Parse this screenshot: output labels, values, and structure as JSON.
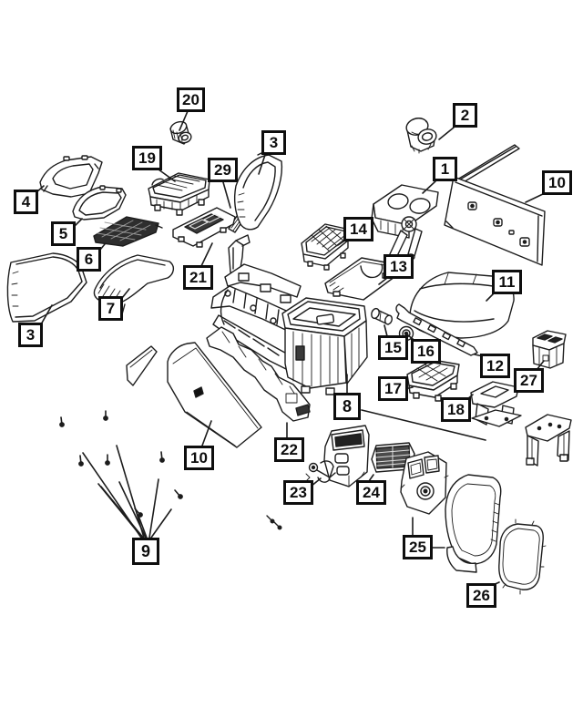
{
  "diagram": {
    "kind": "exploded-parts-illustration",
    "subject": "vehicle center console assembly",
    "background_color": "#ffffff",
    "line_color": "#1c1c1c",
    "callout_border_color": "#0e0e0e"
  },
  "callouts": {
    "c1": "1",
    "c2": "2",
    "c3": "3",
    "c4": "4",
    "c5": "5",
    "c6": "6",
    "c7": "7",
    "c8": "8",
    "c9": "9",
    "c10": "10",
    "c11": "11",
    "c12": "12",
    "c13": "13",
    "c14": "14",
    "c15": "15",
    "c16": "16",
    "c17": "17",
    "c18": "18",
    "c19": "19",
    "c20": "20",
    "c21": "21",
    "c22": "22",
    "c23": "23",
    "c24": "24",
    "c25": "25",
    "c26": "26",
    "c27": "27",
    "c29": "29"
  },
  "parts": [
    {
      "callout": "20",
      "name": "lighter-knob-drawing"
    },
    {
      "callout": "2",
      "name": "cup-insert-drawing"
    },
    {
      "callout": "19",
      "name": "storage-tray-drawing"
    },
    {
      "callout": "29",
      "name": "trim-strip-drawing"
    },
    {
      "callout": "3",
      "name": "side-trim-bezel-drawings"
    },
    {
      "callout": "4",
      "name": "top-trim-frame-drawing"
    },
    {
      "callout": "5",
      "name": "bezel-ring-drawing"
    },
    {
      "callout": "6",
      "name": "rubber-mat-drawing"
    },
    {
      "callout": "7",
      "name": "armrest-door-drawing"
    },
    {
      "callout": "1",
      "name": "cupholder-assembly-drawing"
    },
    {
      "callout": "10",
      "name": "console-side-panel-drawings"
    },
    {
      "callout": "14",
      "name": "egg-crate-tray-drawing"
    },
    {
      "callout": "13",
      "name": "support-bracket-drawing"
    },
    {
      "callout": "11",
      "name": "armrest-lid-drawing"
    },
    {
      "callout": "12",
      "name": "hinge-rail-drawing"
    },
    {
      "callout": "15",
      "name": "lamp-cylinder-drawing"
    },
    {
      "callout": "16",
      "name": "knob-drawing"
    },
    {
      "callout": "17",
      "name": "bin-tray-drawing"
    },
    {
      "callout": "18",
      "name": "mount-bracket-drawing"
    },
    {
      "callout": "27",
      "name": "power-outlet-housing-drawing"
    },
    {
      "callout": "21",
      "name": "shifter-plate-drawing"
    },
    {
      "callout": "8",
      "name": "console-bin-body-drawing"
    },
    {
      "callout": "22",
      "name": "side-rail-duct-drawing"
    },
    {
      "callout": "9",
      "name": "mounting-screws-drawing"
    },
    {
      "callout": "23",
      "name": "latch-hook-drawing"
    },
    {
      "callout": "24",
      "name": "rear-vent-drawing"
    },
    {
      "callout": "25",
      "name": "rear-panel-and-cover-drawing"
    },
    {
      "callout": "26",
      "name": "rear-frame-seal-drawing"
    }
  ]
}
